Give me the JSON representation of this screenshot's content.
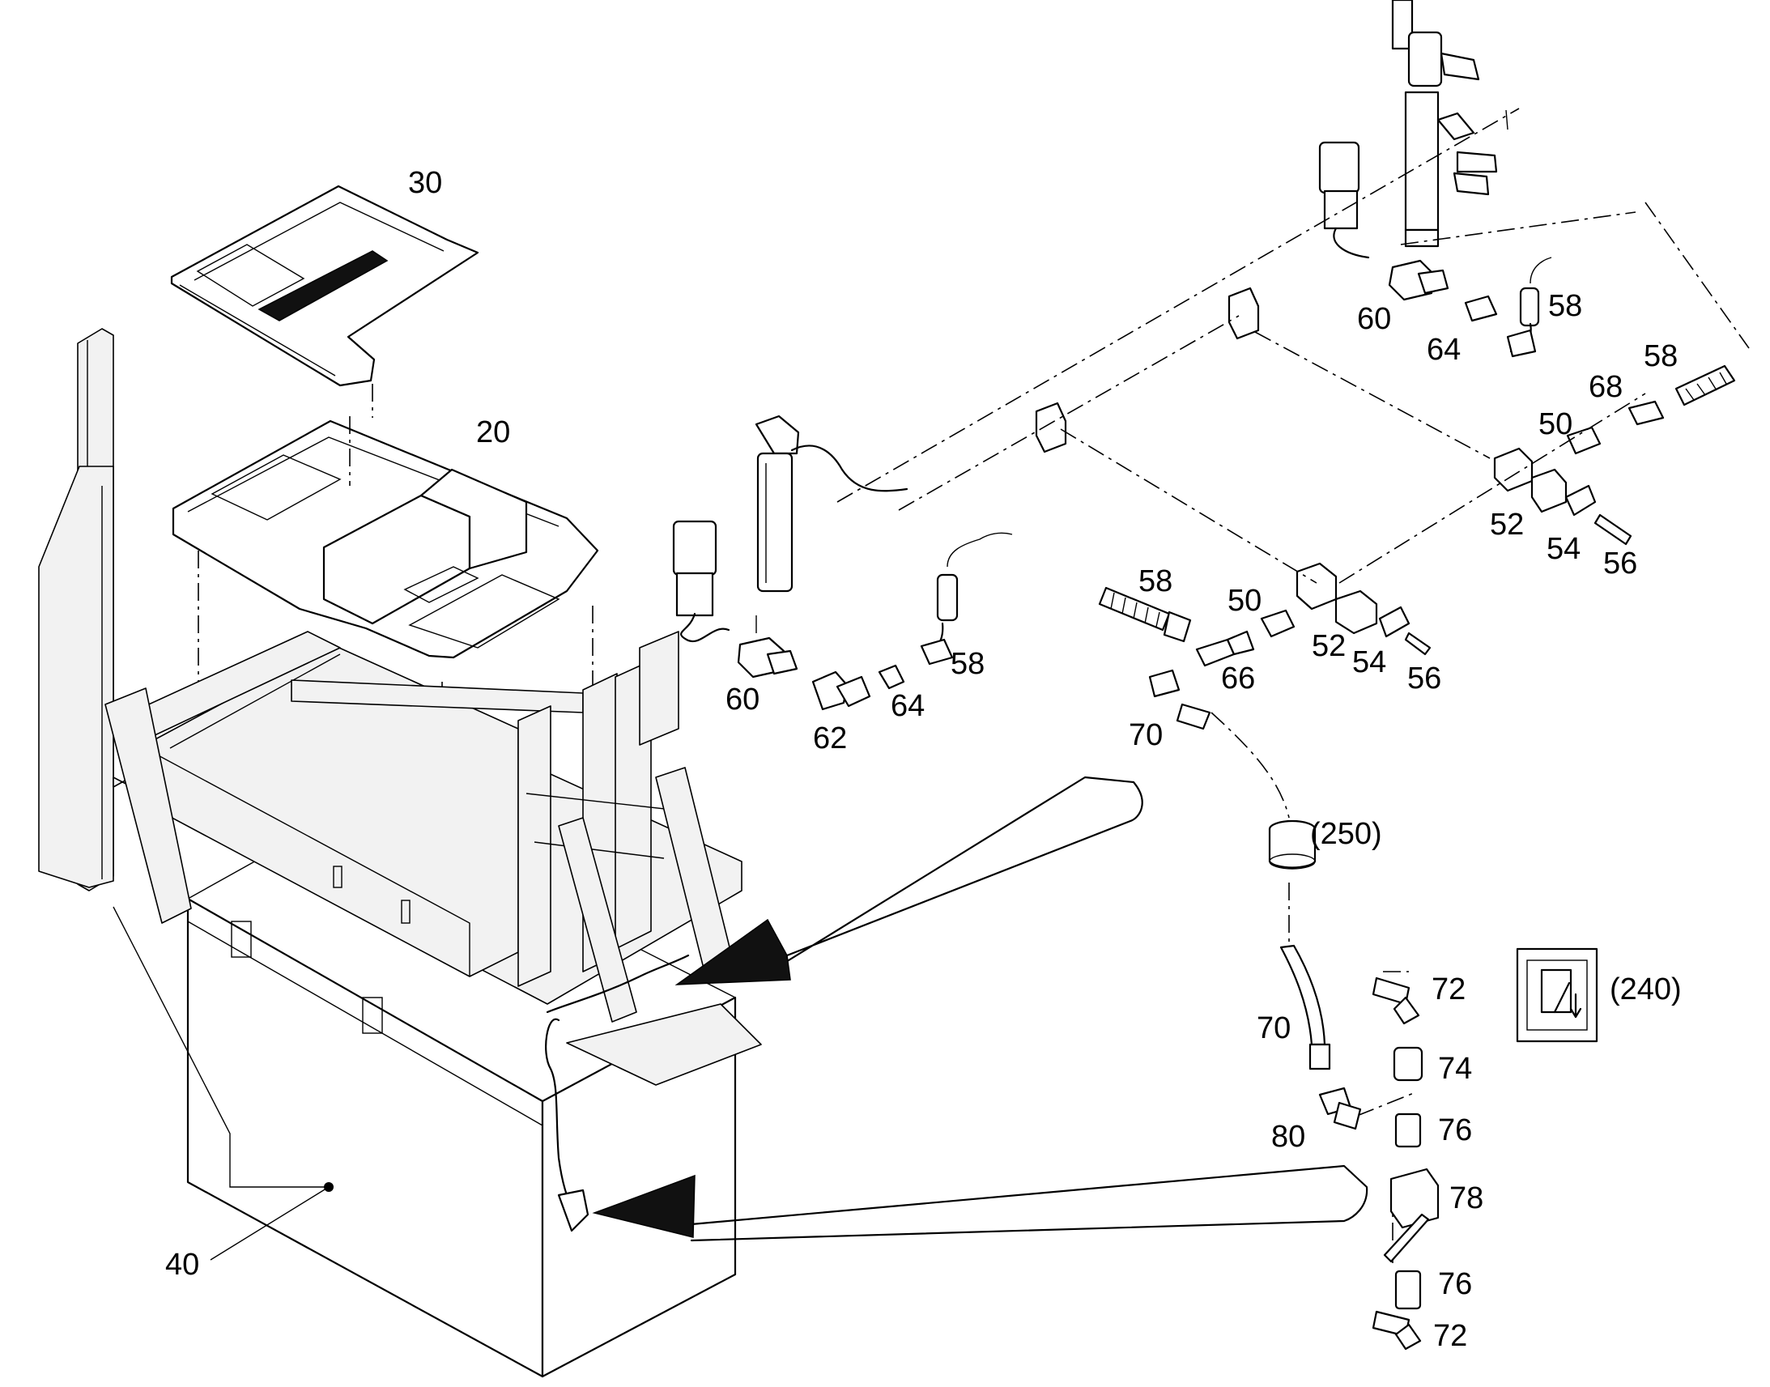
{
  "callouts": [
    {
      "text": "30"
    },
    {
      "text": "20"
    },
    {
      "text": "40"
    },
    {
      "text": "60"
    },
    {
      "text": "62"
    },
    {
      "text": "64"
    },
    {
      "text": "58"
    },
    {
      "text": "58"
    },
    {
      "text": "50"
    },
    {
      "text": "66"
    },
    {
      "text": "52"
    },
    {
      "text": "54"
    },
    {
      "text": "56"
    },
    {
      "text": "70"
    },
    {
      "text": "(250)"
    },
    {
      "text": "60"
    },
    {
      "text": "64"
    },
    {
      "text": "58"
    },
    {
      "text": "68"
    },
    {
      "text": "58"
    },
    {
      "text": "50"
    },
    {
      "text": "52"
    },
    {
      "text": "54"
    },
    {
      "text": "56"
    },
    {
      "text": "72"
    },
    {
      "text": "74"
    },
    {
      "text": "70"
    },
    {
      "text": "80"
    },
    {
      "text": "76"
    },
    {
      "text": "78"
    },
    {
      "text": "76"
    },
    {
      "text": "72"
    },
    {
      "text": "(240)"
    }
  ]
}
